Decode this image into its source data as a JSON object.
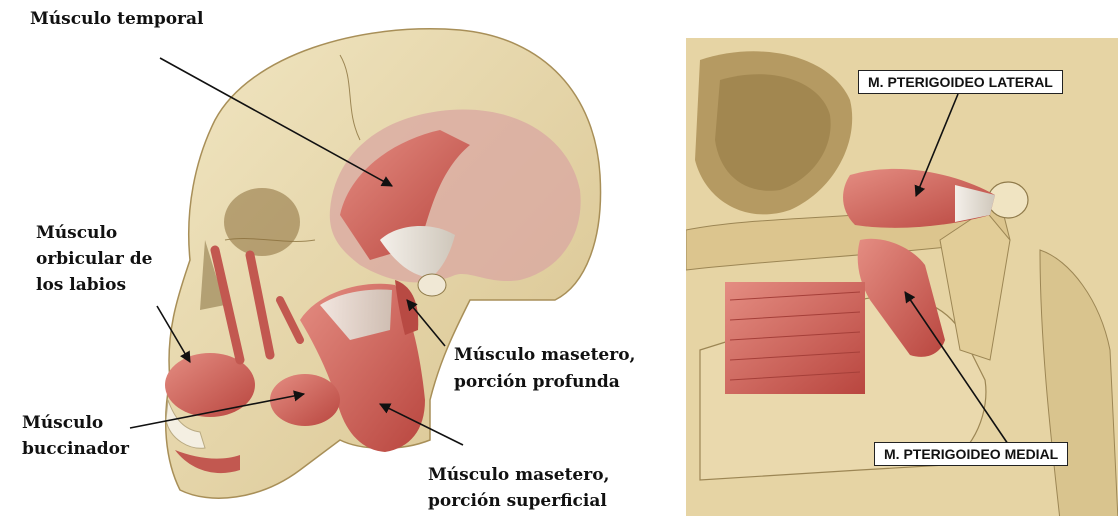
{
  "colors": {
    "bone": "#e8d9ae",
    "bone_shadow": "#c9b47e",
    "muscle": "#c85a52",
    "muscle_light": "#e08a7e",
    "tendon": "#e9e3dc",
    "line": "#111111"
  },
  "left_panel": {
    "labels": {
      "temporal": "Músculo temporal",
      "orbicular_1": "Músculo",
      "orbicular_2": "orbicular de",
      "orbicular_3": "los labios",
      "buccinador_1": "Músculo",
      "buccinador_2": "buccinador",
      "masetero_prof_1": "Músculo masetero,",
      "masetero_prof_2": "porción profunda",
      "masetero_sup_1": "Músculo masetero,",
      "masetero_sup_2": "porción superficial"
    }
  },
  "right_panel": {
    "labels": {
      "pterigoideo_lateral": "M. PTERIGOIDEO LATERAL",
      "pterigoideo_medial": "M. PTERIGOIDEO MEDIAL"
    }
  }
}
